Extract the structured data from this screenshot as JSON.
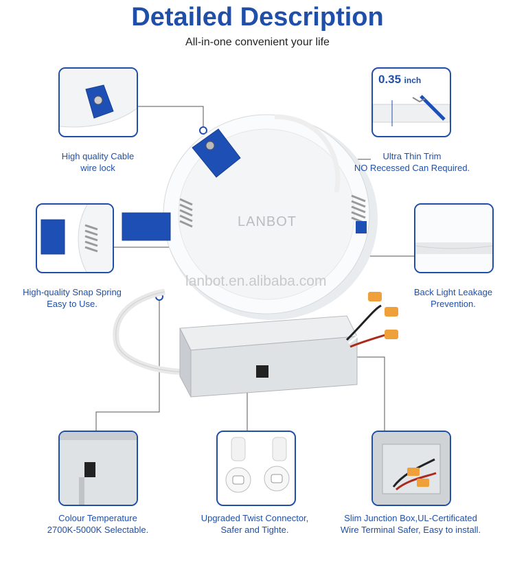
{
  "header": {
    "title": "Detailed Description",
    "subtitle": "All-in-one convenient your life"
  },
  "product": {
    "brand": "LANBOT",
    "watermark": "lanbot.en.alibaba.com"
  },
  "thin_trim": {
    "measurement": "0.35",
    "unit": "inch"
  },
  "features": {
    "cable_lock": {
      "line1": "High quality Cable",
      "line2": "wire lock"
    },
    "thin_trim": {
      "line1": "Ultra Thin Trim",
      "line2": "NO Recessed Can Required."
    },
    "snap_spring": {
      "line1": "High-quality Snap Spring",
      "line2": "Easy to Use."
    },
    "leakage": {
      "line1": "Back Light Leakage",
      "line2": "Prevention."
    },
    "colour_temp": {
      "line1": "Colour Temperature",
      "line2": "2700K-5000K Selectable."
    },
    "connector": {
      "line1": "Upgraded Twist Connector,",
      "line2": "Safer and Tighte."
    },
    "junction_box": {
      "line1": "Slim Junction Box,UL-Certificated",
      "line2": "Wire Terminal Safer, Easy to install."
    }
  },
  "colors": {
    "accent": "#1f4fa8",
    "clip_blue": "#1e4fb5",
    "box_grey": "#d9dcdf"
  }
}
